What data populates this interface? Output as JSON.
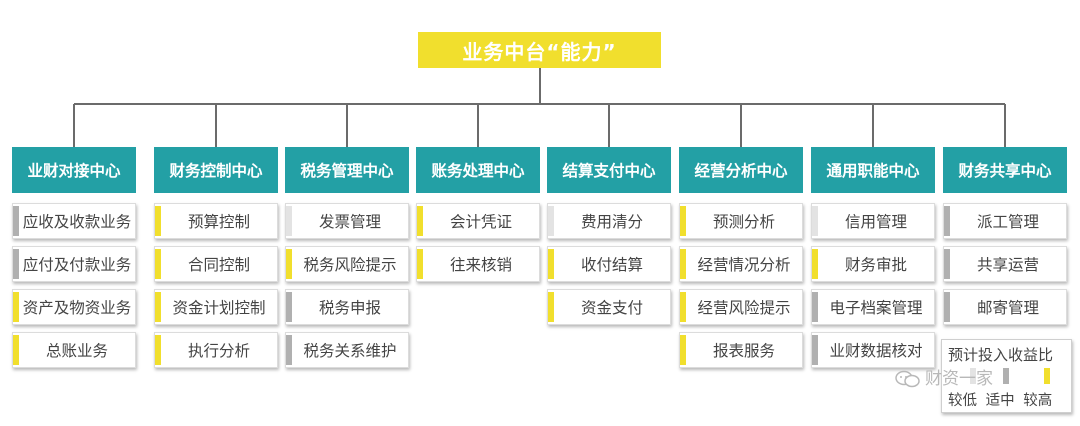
{
  "title": "业务中台“能力”",
  "colors": {
    "title_bg": "#f1df2d",
    "header_bg": "#23a0a5",
    "level_high": "#f1df2d",
    "level_mid": "#b0b0b0",
    "level_low": "#e3e3e3"
  },
  "columns": [
    {
      "header": "业财对接中心",
      "items": [
        {
          "label": "应收及收款业务",
          "level": "mid"
        },
        {
          "label": "应付及付款业务",
          "level": "mid"
        },
        {
          "label": "资产及物资业务",
          "level": "high"
        },
        {
          "label": "总账业务",
          "level": "high"
        }
      ]
    },
    {
      "header": "财务控制中心",
      "items": [
        {
          "label": "预算控制",
          "level": "high"
        },
        {
          "label": "合同控制",
          "level": "high"
        },
        {
          "label": "资金计划控制",
          "level": "high"
        },
        {
          "label": "执行分析",
          "level": "high"
        }
      ]
    },
    {
      "header": "税务管理中心",
      "items": [
        {
          "label": "发票管理",
          "level": "low"
        },
        {
          "label": "税务风险提示",
          "level": "high"
        },
        {
          "label": "税务申报",
          "level": "mid"
        },
        {
          "label": "税务关系维护",
          "level": "mid"
        }
      ]
    },
    {
      "header": "账务处理中心",
      "items": [
        {
          "label": "会计凭证",
          "level": "high"
        },
        {
          "label": "往来核销",
          "level": "high"
        }
      ]
    },
    {
      "header": "结算支付中心",
      "items": [
        {
          "label": "费用清分",
          "level": "low"
        },
        {
          "label": "收付结算",
          "level": "high"
        },
        {
          "label": "资金支付",
          "level": "high"
        }
      ]
    },
    {
      "header": "经营分析中心",
      "items": [
        {
          "label": "预测分析",
          "level": "high"
        },
        {
          "label": "经营情况分析",
          "level": "high"
        },
        {
          "label": "经营风险提示",
          "level": "high"
        },
        {
          "label": "报表服务",
          "level": "high"
        }
      ]
    },
    {
      "header": "通用职能中心",
      "items": [
        {
          "label": "信用管理",
          "level": "low"
        },
        {
          "label": "财务审批",
          "level": "high"
        },
        {
          "label": "电子档案管理",
          "level": "mid"
        },
        {
          "label": "业财数据核对",
          "level": "mid"
        }
      ]
    },
    {
      "header": "财务共享中心",
      "items": [
        {
          "label": "派工管理",
          "level": "mid"
        },
        {
          "label": "共享运营",
          "level": "mid"
        },
        {
          "label": "邮寄管理",
          "level": "mid"
        }
      ]
    }
  ],
  "legend": {
    "title": "预计投入收益比",
    "levels": [
      "low",
      "mid",
      "high"
    ],
    "labels": [
      "较低",
      "适中",
      "较高"
    ]
  },
  "watermark": "财资一家"
}
